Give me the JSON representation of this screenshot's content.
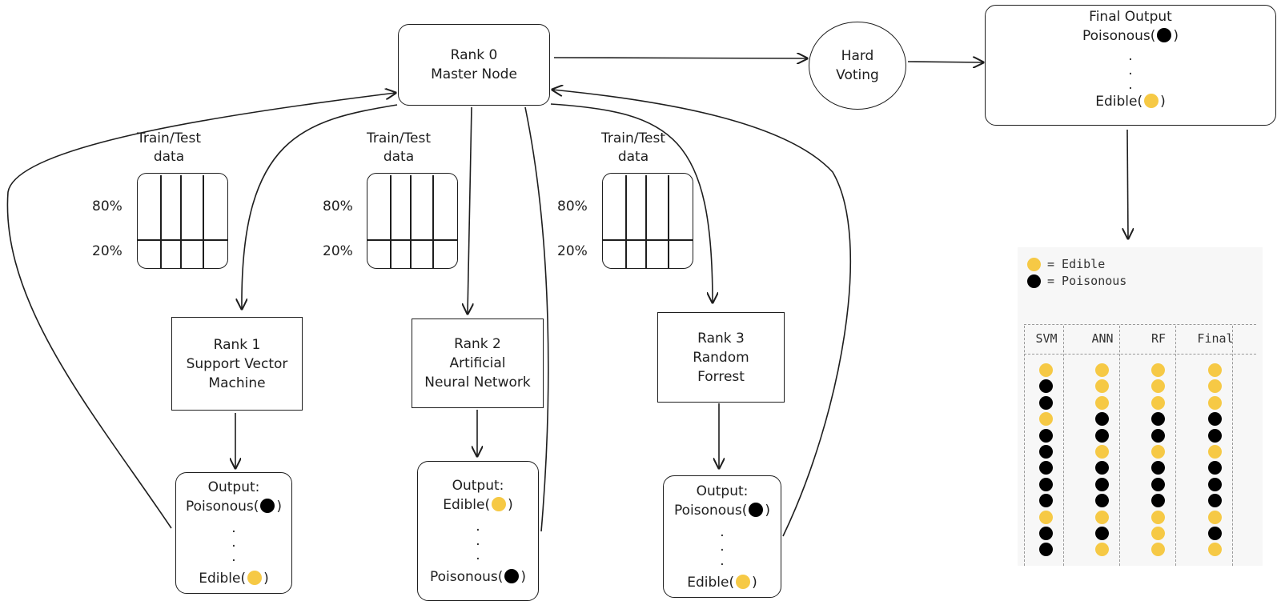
{
  "master": {
    "line1": "Rank 0",
    "line2": "Master Node"
  },
  "voting": {
    "line1": "Hard",
    "line2": "Voting"
  },
  "final_output": {
    "title": "Final Output",
    "first_label": "Poisonous(",
    "first_color": "black",
    "last_label": "Edible(",
    "last_color": "yellow",
    "close": ")",
    "dots": [
      ".",
      " .",
      "."
    ]
  },
  "split_label": {
    "line1": "Train/Test",
    "line2": "data"
  },
  "percent_top": "80%",
  "percent_bottom": "20%",
  "workers": [
    {
      "line1": "Rank 1",
      "line2": "Support Vector",
      "line3": "Machine",
      "output_title": "Output:",
      "first_label": "Poisonous(",
      "first_color": "black",
      "last_label": "Edible(",
      "last_color": "yellow"
    },
    {
      "line1": "Rank 2",
      "line2": "Artificial",
      "line3": "Neural Network",
      "output_title": "Output:",
      "first_label": "Edible(",
      "first_color": "yellow",
      "last_label": "Poisonous(",
      "last_color": "black"
    },
    {
      "line1": "Rank 3",
      "line2": "Random",
      "line3": "Forrest",
      "output_title": "Output:",
      "first_label": "Poisonous(",
      "first_color": "black",
      "last_label": "Edible(",
      "last_color": "yellow"
    }
  ],
  "legend": {
    "edible": "= Edible",
    "poisonous": "= Poisonous"
  },
  "table": {
    "headers": [
      "SVM",
      "ANN",
      "RF",
      "Final"
    ],
    "rows": [
      [
        "Y",
        "Y",
        "Y",
        "Y"
      ],
      [
        "B",
        "Y",
        "Y",
        "Y"
      ],
      [
        "B",
        "Y",
        "Y",
        "Y"
      ],
      [
        "Y",
        "B",
        "B",
        "B"
      ],
      [
        "B",
        "B",
        "B",
        "B"
      ],
      [
        "B",
        "Y",
        "Y",
        "Y"
      ],
      [
        "B",
        "B",
        "B",
        "B"
      ],
      [
        "B",
        "B",
        "B",
        "B"
      ],
      [
        "B",
        "B",
        "B",
        "B"
      ],
      [
        "Y",
        "Y",
        "Y",
        "Y"
      ],
      [
        "B",
        "B",
        "Y",
        "B"
      ],
      [
        "B",
        "Y",
        "Y",
        "Y"
      ]
    ]
  },
  "colors": {
    "yellow": "#f6c945",
    "black": "#000000",
    "stroke": "#1e1e1e"
  }
}
